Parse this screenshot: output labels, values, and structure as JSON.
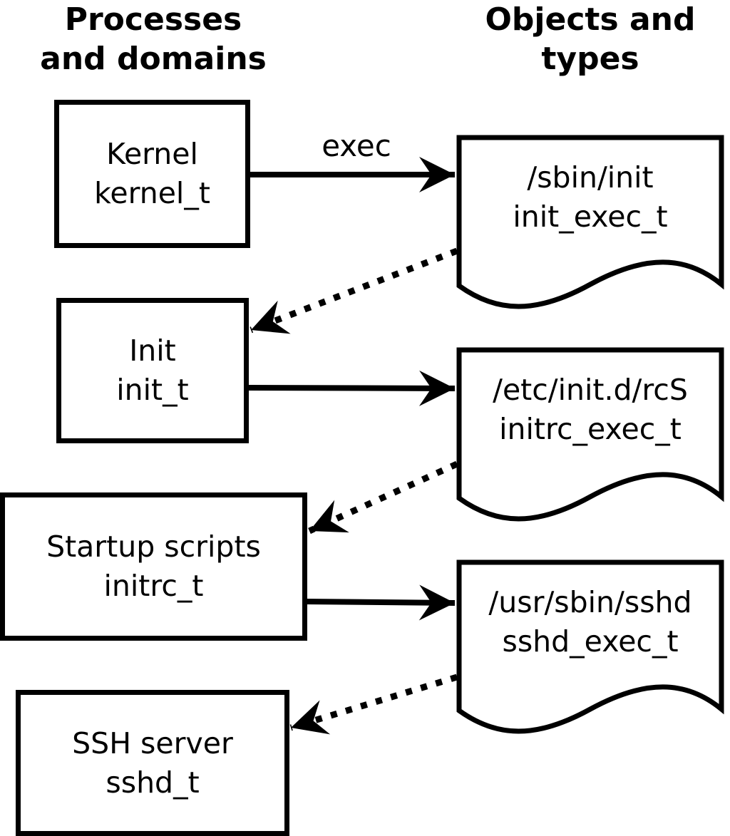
{
  "headers": {
    "left": {
      "line1": "Processes",
      "line2": "and domains"
    },
    "right": {
      "line1": "Objects and",
      "line2": "types"
    }
  },
  "processes": [
    {
      "name": "Kernel",
      "domain": "kernel_t"
    },
    {
      "name": "Init",
      "domain": "init_t"
    },
    {
      "name": "Startup scripts",
      "domain": "initrc_t"
    },
    {
      "name": "SSH server",
      "domain": "sshd_t"
    }
  ],
  "objects": [
    {
      "path": "/sbin/init",
      "type": "init_exec_t"
    },
    {
      "path": "/etc/init.d/rcS",
      "type": "initrc_exec_t"
    },
    {
      "path": "/usr/sbin/sshd",
      "type": "sshd_exec_t"
    }
  ],
  "edges": [
    {
      "style": "solid",
      "label": "exec",
      "from": "kernel_t",
      "to": "/sbin/init"
    },
    {
      "style": "dotted",
      "label": "",
      "from": "/sbin/init",
      "to": "init_t"
    },
    {
      "style": "solid",
      "label": "",
      "from": "init_t",
      "to": "/etc/init.d/rcS"
    },
    {
      "style": "dotted",
      "label": "",
      "from": "/etc/init.d/rcS",
      "to": "initrc_t"
    },
    {
      "style": "solid",
      "label": "",
      "from": "initrc_t",
      "to": "/usr/sbin/sshd"
    },
    {
      "style": "dotted",
      "label": "",
      "from": "/usr/sbin/sshd",
      "to": "sshd_t"
    }
  ],
  "colors": {
    "ink": "#000000",
    "background": "#ffffff"
  }
}
